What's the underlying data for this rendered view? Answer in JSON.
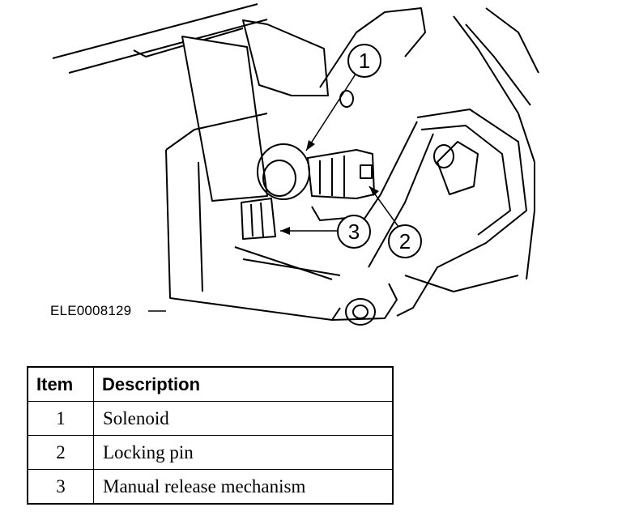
{
  "figure": {
    "id": "ELE0008129"
  },
  "callouts": [
    "1",
    "2",
    "3"
  ],
  "table": {
    "headers": {
      "item": "Item",
      "description": "Description"
    },
    "rows": [
      {
        "item": "1",
        "description": "Solenoid"
      },
      {
        "item": "2",
        "description": "Locking pin"
      },
      {
        "item": "3",
        "description": "Manual release mechanism"
      }
    ]
  }
}
